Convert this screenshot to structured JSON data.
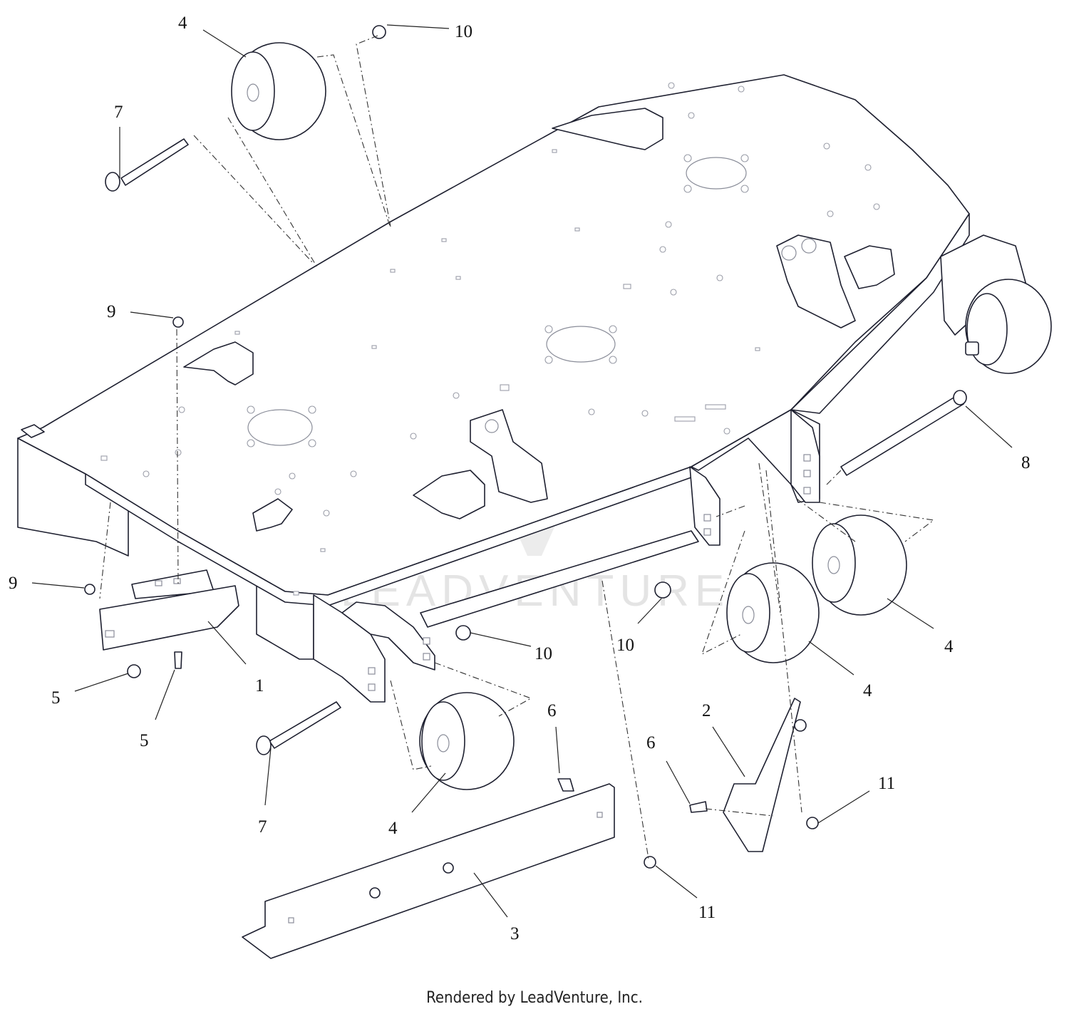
{
  "diagram": {
    "watermark": "LEADVENTURE",
    "footer": "Rendered by LeadVenture, Inc.",
    "callouts": [
      {
        "id": "c4a",
        "label": "4"
      },
      {
        "id": "c10a",
        "label": "10"
      },
      {
        "id": "c7a",
        "label": "7"
      },
      {
        "id": "c9a",
        "label": "9"
      },
      {
        "id": "c8",
        "label": "8"
      },
      {
        "id": "c9b",
        "label": "9"
      },
      {
        "id": "c10b",
        "label": "10"
      },
      {
        "id": "c10c",
        "label": "10"
      },
      {
        "id": "c4b",
        "label": "4"
      },
      {
        "id": "c1",
        "label": "1"
      },
      {
        "id": "c5a",
        "label": "5"
      },
      {
        "id": "c5b",
        "label": "5"
      },
      {
        "id": "c4c",
        "label": "4"
      },
      {
        "id": "c6a",
        "label": "6"
      },
      {
        "id": "c2",
        "label": "2"
      },
      {
        "id": "c6b",
        "label": "6"
      },
      {
        "id": "c11a",
        "label": "11"
      },
      {
        "id": "c7b",
        "label": "7"
      },
      {
        "id": "c4d",
        "label": "4"
      },
      {
        "id": "c3",
        "label": "3"
      },
      {
        "id": "c11b",
        "label": "11"
      }
    ]
  }
}
